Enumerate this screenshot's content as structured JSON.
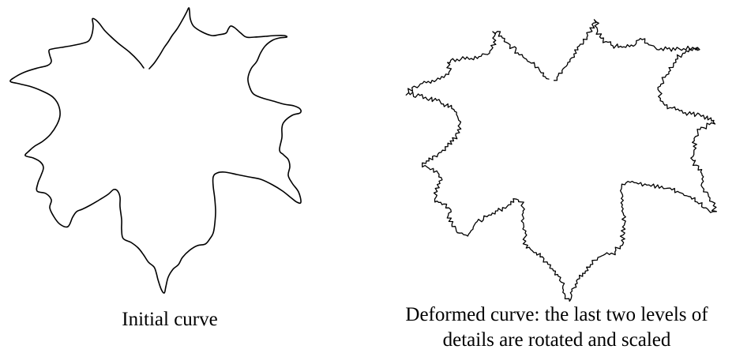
{
  "captions": {
    "initial": "Initial curve",
    "deformed_line1": "Deformed curve: the last two levels of",
    "deformed_line2": "details are rotated and scaled"
  },
  "colors": {
    "background": "#ffffff",
    "stroke": "#000000"
  }
}
